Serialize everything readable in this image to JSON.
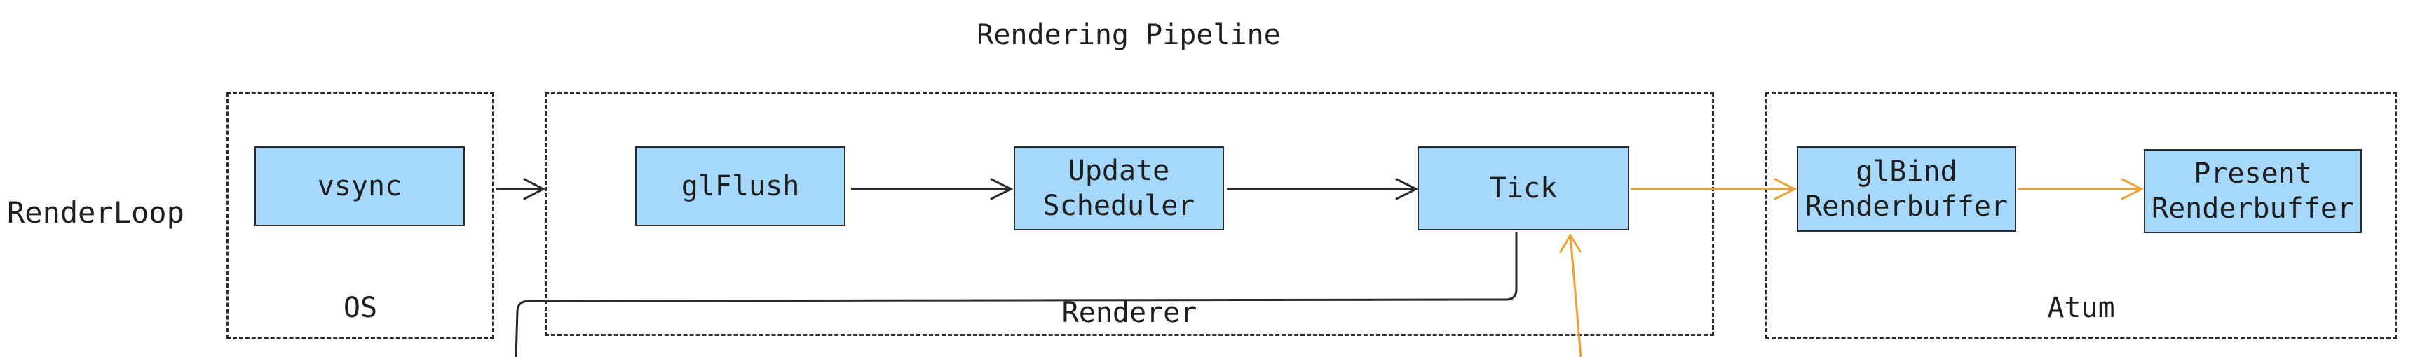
{
  "title": "Rendering Pipeline",
  "row_label": "RenderLoop",
  "groups": {
    "os": "OS",
    "renderer": "Renderer",
    "atum": "Atum"
  },
  "nodes": {
    "vsync": "vsync",
    "glflush": "glFlush",
    "update_scheduler": "Update\nScheduler",
    "tick": "Tick",
    "glbind_renderbuffer": "glBind\nRenderbuffer",
    "present_renderbuffer": "Present\nRenderbuffer"
  },
  "colors": {
    "node_fill": "#a6d8fb",
    "stroke": "#2b2b2b",
    "accent_arrow": "#f0a030"
  }
}
